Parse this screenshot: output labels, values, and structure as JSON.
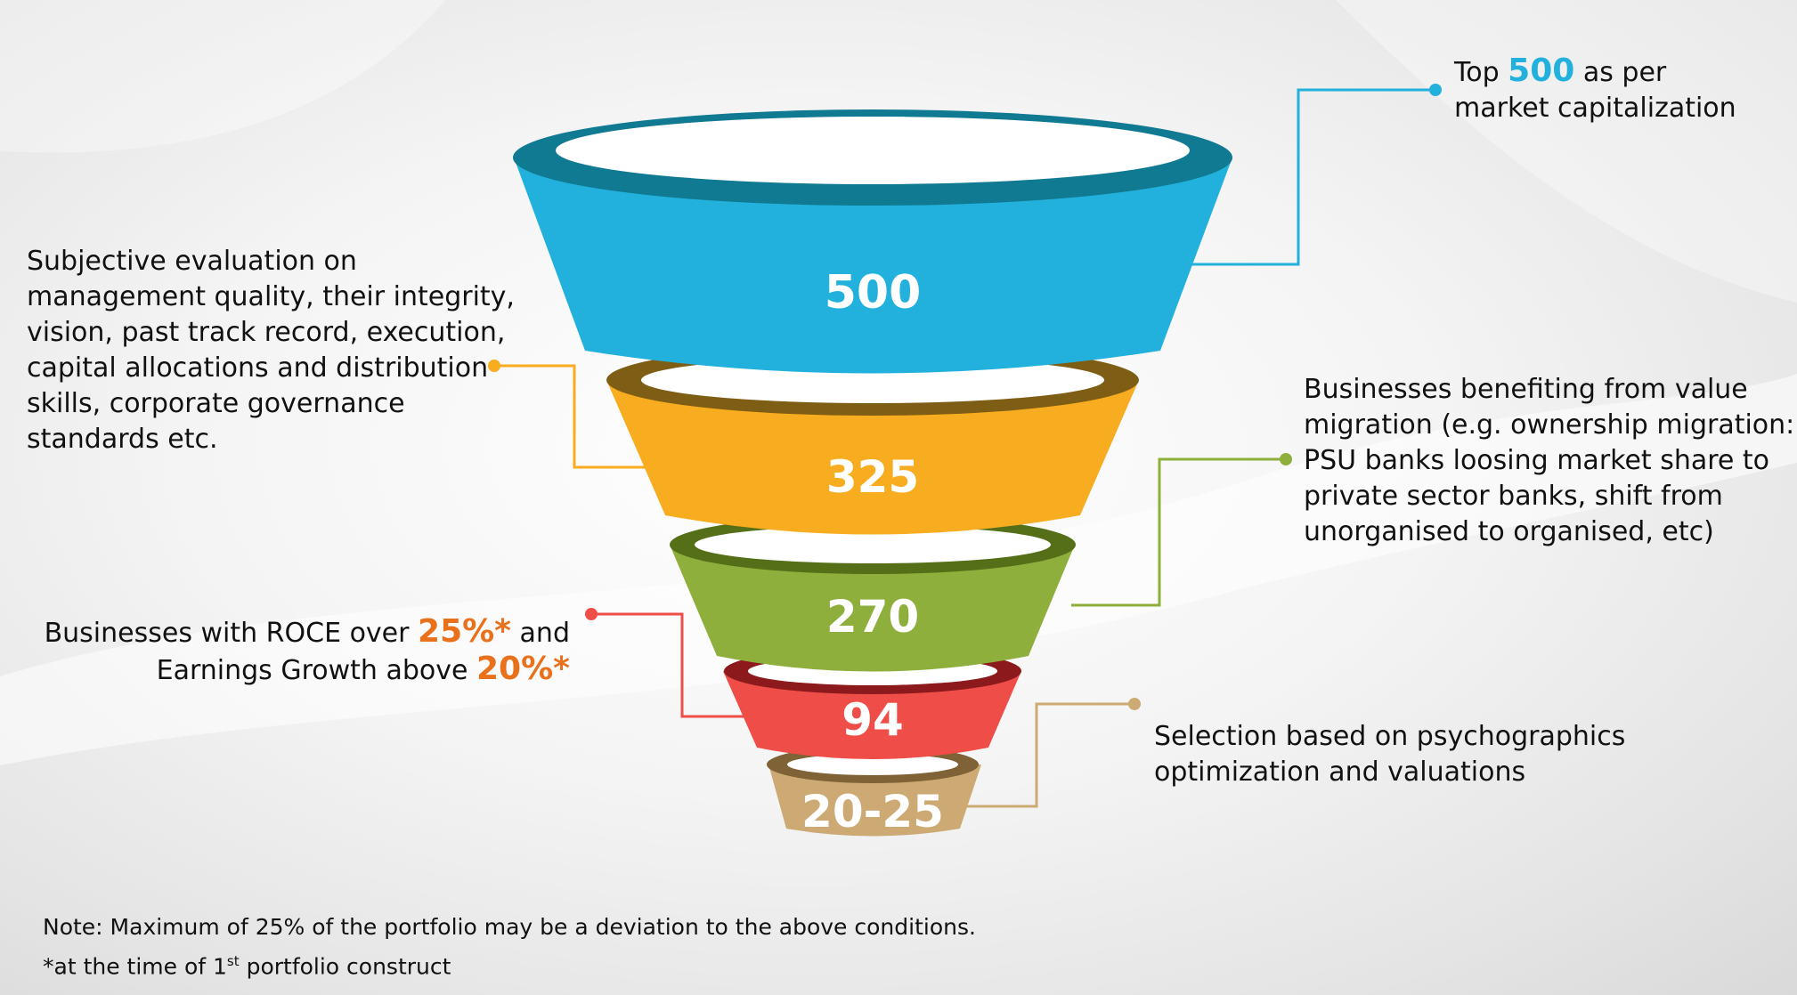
{
  "funnel": {
    "stages": [
      {
        "value": "500",
        "color": "#22b1dc",
        "rim": "#117a93"
      },
      {
        "value": "325",
        "color": "#f8ac1f",
        "rim": "#7e5d14"
      },
      {
        "value": "270",
        "color": "#8eaf3c",
        "rim": "#556f18"
      },
      {
        "value": "94",
        "color": "#ef4d47",
        "rim": "#8c1a1d"
      },
      {
        "value": "20-25",
        "color": "#cdaa74",
        "rim": "#7f6235"
      }
    ]
  },
  "annotations": {
    "top500": {
      "pre": "Top ",
      "highlight": "500",
      "post": " as per",
      "line2": "market capitalization",
      "color": "#22b1dc"
    },
    "subjective": {
      "lines": [
        "Subjective evaluation on",
        "management quality, their integrity,",
        "vision, past track record, execution,",
        "capital allocations and distribution",
        "skills, corporate governance",
        "standards etc."
      ],
      "color": "#f8ac1f"
    },
    "value_migration": {
      "lines": [
        "Businesses benefiting from value",
        "migration (e.g. ownership migration:",
        "PSU banks loosing market share to",
        "private sector banks, shift from",
        "unorganised to organised, etc)"
      ],
      "color": "#8eaf3c"
    },
    "roce": {
      "line1_pre": "Businesses with ROCE over ",
      "line1_hl": "25%*",
      "line1_post": " and",
      "line2_pre": "Earnings Growth above ",
      "line2_hl": "20%*",
      "color": "#ef4d47",
      "highlight_color": "#e9711c"
    },
    "selection": {
      "lines": [
        "Selection based on psychographics",
        "optimization and valuations"
      ],
      "color": "#cdaa74"
    }
  },
  "notes": {
    "line1": "Note: Maximum of 25% of the portfolio may be a deviation to the above conditions.",
    "line2_pre": "*at the time of 1",
    "line2_sup": "st",
    "line2_post": " portfolio construct"
  }
}
